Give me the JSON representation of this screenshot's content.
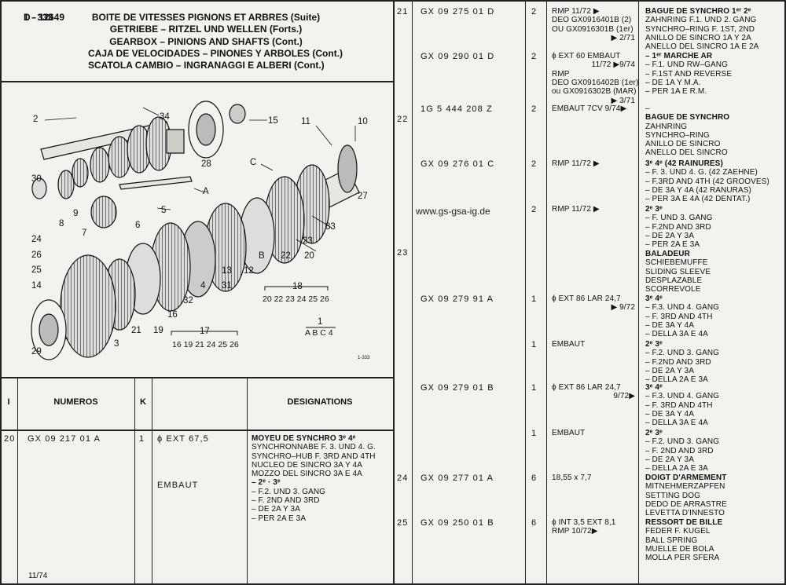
{
  "header": {
    "left": [
      "649",
      "",
      "1 - 333",
      "",
      "D - 12"
    ],
    "right": [
      "BOITE DE VITESSES PIGNONS ET ARBRES (Suite)",
      "GETRIEBE – RITZEL UND WELLEN (Forts.)",
      "GEARBOX – PINIONS AND SHAFTS (Cont.)",
      "CAJA DE VELOCIDADES – PINONES Y ARBOLES (Cont.)",
      "SCATOLA CAMBIO – INGRANAGGI E ALBERI (Cont.)"
    ]
  },
  "diagram": {
    "labels": [
      "2",
      "34",
      "15",
      "11",
      "10",
      "28",
      "C",
      "30",
      "9",
      "8",
      "7",
      "A",
      "5",
      "6",
      "24",
      "26",
      "25",
      "14",
      "29",
      "3",
      "21",
      "19",
      "16",
      "32",
      "4",
      "31",
      "13",
      "12",
      "B",
      "22",
      "20",
      "23",
      "33",
      "27",
      "18",
      "17",
      "1"
    ],
    "group_18": "20 22 23 24 25 26",
    "group_17": "16 19 21 24 25 26",
    "group_1": "A B C 4",
    "ref": "1-333",
    "watermark": "www.gs-gsa-ig.de"
  },
  "table_header": {
    "col_i": "I",
    "col_numeros": "NUMEROS",
    "col_k": "K",
    "col_designations": "DESIGNATIONS"
  },
  "rows_left": [
    {
      "index": "20",
      "number": "GX 09 217 01 A",
      "qty": "1",
      "spec": "ϕ EXT 67,5",
      "spec2": "EMBAUT",
      "title": "MOYEU DE SYNCHRO 3ᵉ 4ᵉ",
      "lines": [
        "SYNCHRONNABE F. 3. UND 4. G.",
        "SYNCHRO–HUB F. 3RD AND 4TH",
        "NUCLEO DE SINCRO 3A Y 4A",
        "MOZZO DEL SINCRO 3A E 4A",
        "– 2ᵉ · 3ᵉ",
        "– F.2. UND 3. GANG",
        "– F. 2ND AND 3RD",
        "– DE 2A Y 3A",
        "– PER 2A E 3A"
      ]
    }
  ],
  "footer_date": "11/74",
  "rows_right": [
    {
      "index": "21",
      "number": "GX 09 275 01 D",
      "qty": "2",
      "spec": [
        "RMP          11/72 ▶",
        "DEO GX0916401B (2)",
        "OU GX0916301B (1er)",
        "▶ 2/71"
      ],
      "desc": [
        "BAGUE DE SYNCHRO 1ᵉʳ 2ᵉ",
        "ZAHNRING F.1. UND 2. GANG",
        "SYNCHRO–RING F. 1ST, 2ND",
        "ANILLO DE SINCRO 1A Y 2A",
        "ANELLO DEL SINCRO 1A E 2A"
      ]
    },
    {
      "index": "",
      "number": "GX 09 290 01 D",
      "qty": "2",
      "spec": [
        "ϕ EXT 60 EMBAUT",
        "11/72 ▶9/74",
        "RMP",
        "DEO GX0916402B (1er)",
        "ou GX0916302B (MAR)",
        "▶ 3/71"
      ],
      "desc": [
        "– 1ᵉʳ MARCHE AR",
        "– F.1. UND RW–GANG",
        "– F.1ST AND REVERSE",
        "– DE 1A Y M.A.",
        "– PER 1A E R.M."
      ]
    },
    {
      "index": "22",
      "number": "1G 5 444 208 Z",
      "qty": "2",
      "spec": [
        "EMBAUT 7CV 9/74▶"
      ],
      "desc": [
        "–",
        "BAGUE DE SYNCHRO",
        "ZAHNRING",
        "SYNCHRO–RING",
        "ANILLO DE SINCRO",
        "ANELLO DEL SINCRO"
      ]
    },
    {
      "index": "",
      "number": "GX 09 276 01 C",
      "qty": "2",
      "spec": [
        "RMP          11/72 ▶"
      ],
      "desc": [
        "3ᵉ 4ᵉ (42 RAINURES)",
        "– F. 3. UND 4. G. (42 ZAEHNE)",
        "– F.3RD AND 4TH (42 GROOVES)",
        "– DE 3A Y 4A (42 RANURAS)",
        "– PER 3A E 4A (42 DENTAT.)"
      ]
    },
    {
      "index": "",
      "number": "",
      "qty": "2",
      "spec": [
        "RMP          11/72 ▶"
      ],
      "desc": [
        "2ᵉ 3ᵉ",
        "– F. UND 3. GANG",
        "– F.2ND AND 3RD",
        "– DE 2A Y 3A",
        "– PER 2A E 3A"
      ]
    },
    {
      "index": "23",
      "number": "",
      "qty": "",
      "spec": [],
      "desc": [
        "BALADEUR",
        "SCHIEBEMUFFE",
        "SLIDING SLEEVE",
        "DESPLAZABLE",
        "SCORREVOLE"
      ]
    },
    {
      "index": "",
      "number": "GX 09 279 91 A",
      "qty": "1",
      "spec": [
        "ϕ EXT 86 LAR 24,7",
        "▶ 9/72"
      ],
      "desc": [
        "3ᵉ 4ᵉ",
        "– F.3. UND 4. GANG",
        "– F. 3RD AND 4TH",
        "– DE 3A Y 4A",
        "– DELLA 3A E 4A"
      ]
    },
    {
      "index": "",
      "number": "",
      "qty": "1",
      "spec": [
        "EMBAUT"
      ],
      "desc": [
        "2ᵉ 3ᵉ",
        "– F.2. UND 3. GANG",
        "– F.2ND AND 3RD",
        "– DE 2A Y 3A",
        "– DELLA 2A E 3A"
      ]
    },
    {
      "index": "",
      "number": "GX 09 279 01 B",
      "qty": "1",
      "spec": [
        "ϕ EXT 86 LAR 24,7",
        "9/72▶"
      ],
      "desc": [
        "3ᵉ 4ᵉ",
        "– F.3. UND 4. GANG",
        "– F. 3RD AND 4TH",
        "– DE 3A Y 4A",
        "– DELLA 3A E 4A"
      ]
    },
    {
      "index": "",
      "number": "",
      "qty": "1",
      "spec": [
        "EMBAUT"
      ],
      "desc": [
        "2ᵉ 3ᵉ",
        "– F.2. UND 3. GANG",
        "– F. 2ND AND 3RD",
        "– DE 2A Y 3A",
        "– DELLA 2A E 3A"
      ]
    },
    {
      "index": "24",
      "number": "GX 09 277 01 A",
      "qty": "6",
      "spec": [
        "18,55 x 7,7"
      ],
      "desc": [
        "DOIGT D'ARMEMENT",
        "MITNEHMERZAPFEN",
        "SETTING DOG",
        "DEDO DE ARRASTRE",
        "LEVETTA D'INNESTO"
      ]
    },
    {
      "index": "25",
      "number": "GX 09 250 01 B",
      "qty": "6",
      "spec": [
        "ϕ   INT 3,5 EXT 8,1",
        "RMP          10/72▶"
      ],
      "desc": [
        "RESSORT DE BILLE",
        "FEDER F. KUGEL",
        "BALL SPRING",
        "MUELLE DE BOLA",
        "MOLLA PER SFERA"
      ]
    }
  ]
}
